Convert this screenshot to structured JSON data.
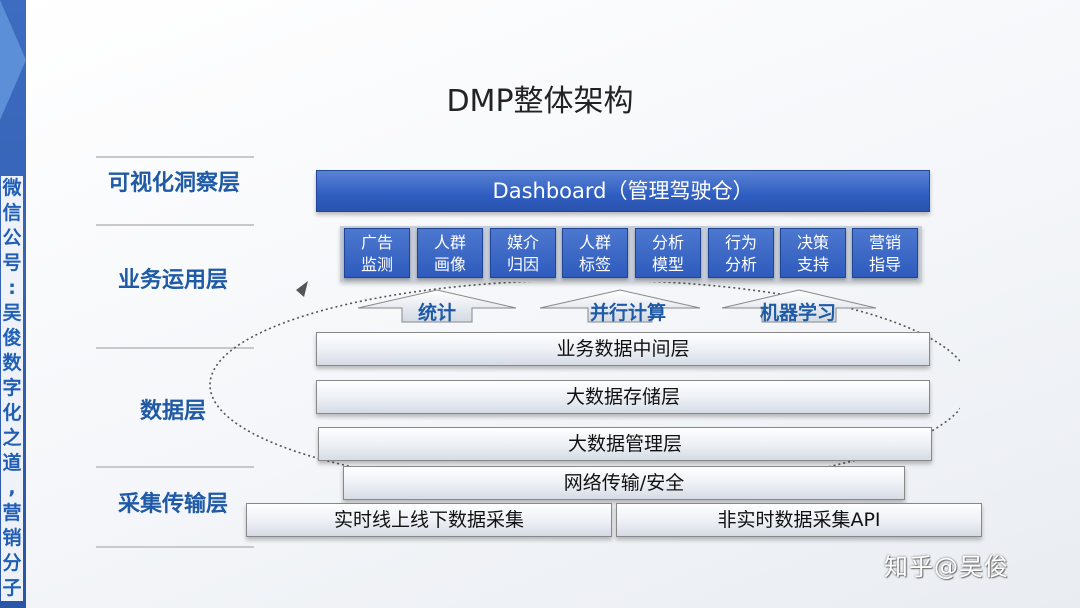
{
  "title": "DMP整体架构",
  "side_caption": [
    "微",
    "信",
    "公",
    "号",
    ":",
    "吴",
    "俊",
    "数",
    "字",
    "化",
    "之",
    "道",
    ",",
    "营",
    "销",
    "分",
    "子"
  ],
  "layers": {
    "visual_insight": "可视化洞察层",
    "business_app": "业务运用层",
    "data": "数据层",
    "collect_transfer": "采集传输层"
  },
  "dashboard": "Dashboard（管理驾驶仓）",
  "apps": [
    {
      "line1": "广告",
      "line2": "监测"
    },
    {
      "line1": "人群",
      "line2": "画像"
    },
    {
      "line1": "媒介",
      "line2": "归因"
    },
    {
      "line1": "人群",
      "line2": "标签"
    },
    {
      "line1": "分析",
      "line2": "模型"
    },
    {
      "line1": "行为",
      "line2": "分析"
    },
    {
      "line1": "决策",
      "line2": "支持"
    },
    {
      "line1": "营销",
      "line2": "指导"
    }
  ],
  "arrows": [
    "统计",
    "并行计算",
    "机器学习"
  ],
  "data_layers": [
    "业务数据中间层",
    "大数据存储层",
    "大数据管理层"
  ],
  "network": "网络传输/安全",
  "collection": [
    "实时线上线下数据采集",
    "非实时数据采集API"
  ],
  "watermark": "知乎@吴俊"
}
